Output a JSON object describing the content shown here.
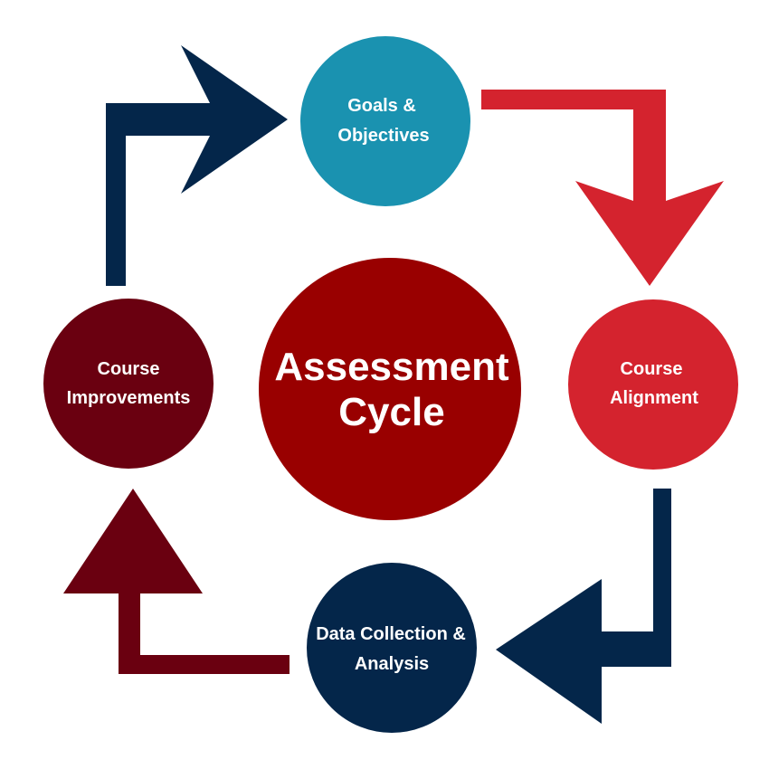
{
  "diagram": {
    "center": {
      "lines": [
        "Assessment",
        "Cycle"
      ],
      "color": "#990000"
    },
    "nodes": [
      {
        "id": "goals",
        "lines": [
          "Goals &",
          "Objectives"
        ],
        "color": "#1a92b0"
      },
      {
        "id": "alignment",
        "lines": [
          "Course",
          "Alignment"
        ],
        "color": "#d4232e"
      },
      {
        "id": "data",
        "lines": [
          "Data Collection &",
          "Analysis"
        ],
        "color": "#04264a"
      },
      {
        "id": "improvements",
        "lines": [
          "Course",
          "Improvements"
        ],
        "color": "#6a0010"
      }
    ],
    "arrows": [
      {
        "from": "improvements",
        "to": "goals",
        "color": "#04264a"
      },
      {
        "from": "goals",
        "to": "alignment",
        "color": "#d4232e"
      },
      {
        "from": "alignment",
        "to": "data",
        "color": "#04264a"
      },
      {
        "from": "data",
        "to": "improvements",
        "color": "#6a0010"
      }
    ]
  }
}
